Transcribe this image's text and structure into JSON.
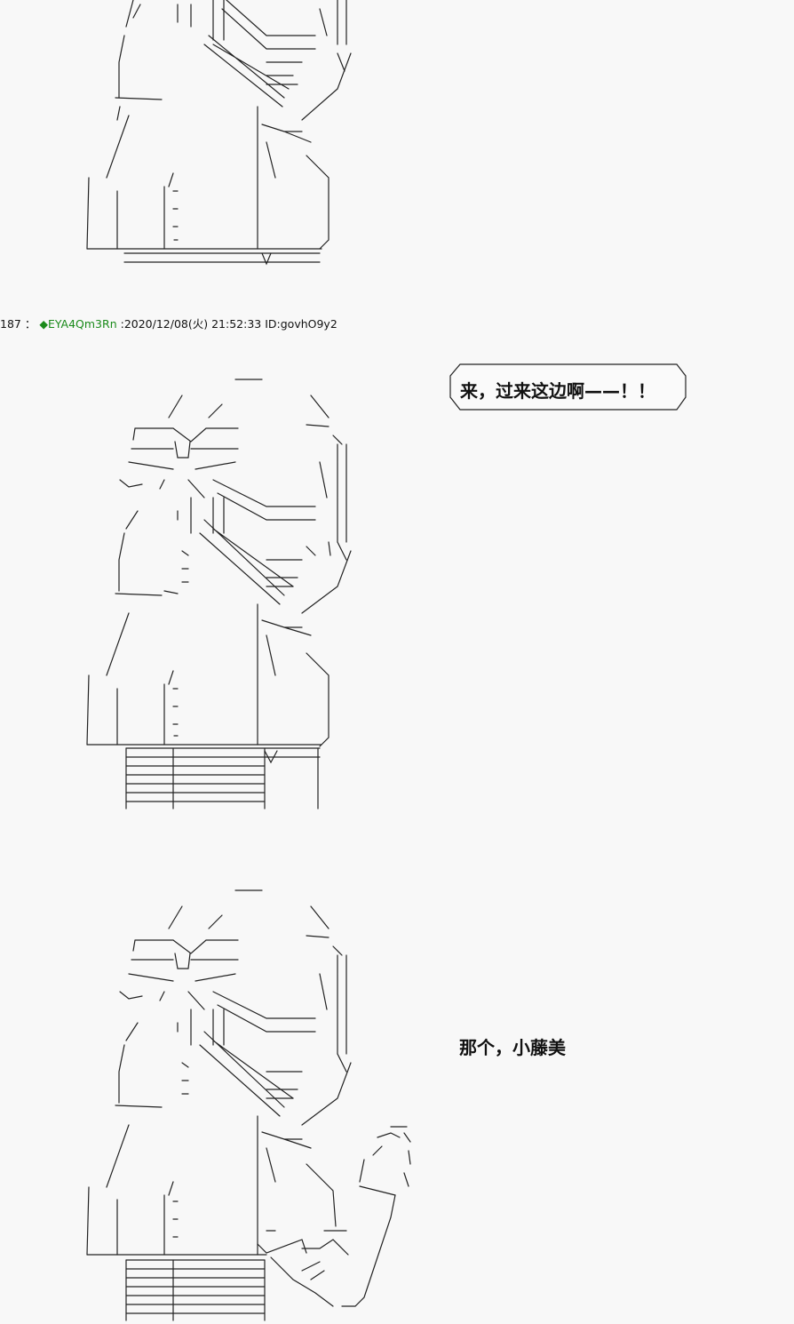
{
  "post": {
    "number": "187",
    "separator": "：",
    "trip_mark": "◆",
    "trip": "EYA4Qm3Rn",
    "datetime": ":2020/12/08(火) 21:52:33",
    "id": "ID:govhO9y2"
  },
  "dialogue": [
    "来，过来这边啊——！！",
    "那个，小藤美"
  ],
  "colors": {
    "background": "#f8f8f8",
    "line": "#222222",
    "trip": "#1a8a1a"
  }
}
